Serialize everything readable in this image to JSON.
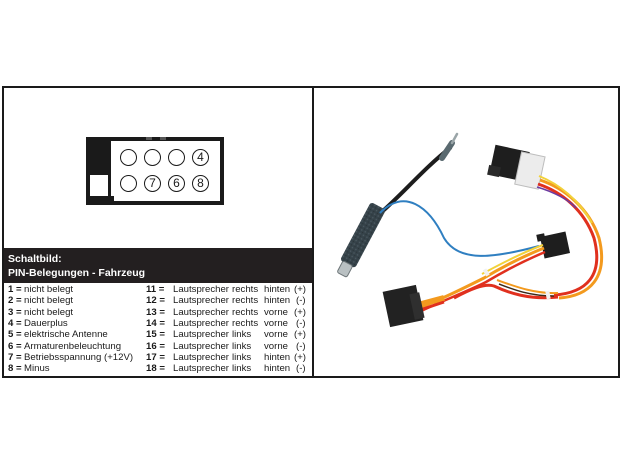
{
  "connector": {
    "pins_top": [
      "",
      "",
      "",
      "4"
    ],
    "pins_bottom": [
      "",
      "7",
      "6",
      "8"
    ]
  },
  "header": {
    "line1": "Schaltbild:",
    "line2": "PIN-Belegungen - Fahrzeug"
  },
  "pins_left": [
    {
      "num": "1 =",
      "label": "nicht belegt"
    },
    {
      "num": "2 =",
      "label": "nicht belegt"
    },
    {
      "num": "3 =",
      "label": "nicht belegt"
    },
    {
      "num": "4 =",
      "label": "Dauerplus"
    },
    {
      "num": "5 =",
      "label": "elektrische Antenne"
    },
    {
      "num": "6 =",
      "label": "Armaturenbeleuchtung"
    },
    {
      "num": "7 =",
      "label": "Betriebsspannung (+12V)"
    },
    {
      "num": "8 =",
      "label": "Minus"
    }
  ],
  "pins_right": [
    {
      "num": "11 =",
      "label": "Lautsprecher",
      "side": "rechts",
      "pos": "hinten",
      "sign": "(+)"
    },
    {
      "num": "12 =",
      "label": "Lautsprecher",
      "side": "rechts",
      "pos": "hinten",
      "sign": "(-)"
    },
    {
      "num": "13 =",
      "label": "Lautsprecher",
      "side": "rechts",
      "pos": "vorne",
      "sign": "(+)"
    },
    {
      "num": "14 =",
      "label": "Lautsprecher",
      "side": "rechts",
      "pos": "vorne",
      "sign": "(-)"
    },
    {
      "num": "15 =",
      "label": "Lautsprecher",
      "side": "links",
      "pos": "vorne",
      "sign": "(+)"
    },
    {
      "num": "16 =",
      "label": "Lautsprecher",
      "side": "links",
      "pos": "vorne",
      "sign": "(-)"
    },
    {
      "num": "17 =",
      "label": "Lautsprecher",
      "side": "links",
      "pos": "hinten",
      "sign": "(+)"
    },
    {
      "num": "18 =",
      "label": "Lautsprecher",
      "side": "links",
      "pos": "hinten",
      "sign": "(-)"
    }
  ],
  "colors": {
    "frame": "#1a1a1a",
    "header_band": "#231f20",
    "header_text": "#ffffff",
    "wire_blue": "#2f7fc1",
    "wire_red": "#e0301e",
    "wire_orange": "#f39a1e",
    "wire_yellow": "#f2d23a",
    "plug_black": "#1e1e1e",
    "plug_white": "#ececec"
  }
}
